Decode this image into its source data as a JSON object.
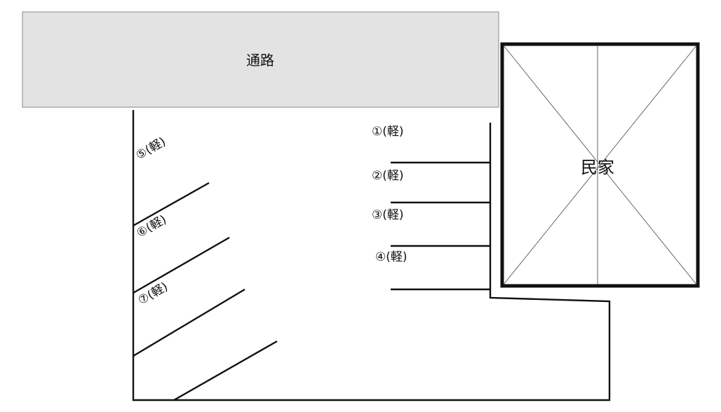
{
  "road": {
    "label": "通路",
    "fill": "#e3e3e3"
  },
  "house": {
    "label": "民家"
  },
  "slots": [
    {
      "label": "①(軽)"
    },
    {
      "label": "②(軽)"
    },
    {
      "label": "③(軽)"
    },
    {
      "label": "④(軽)"
    },
    {
      "label": "⑤(軽)"
    },
    {
      "label": "⑥(軽)"
    },
    {
      "label": "⑦(軽)"
    }
  ]
}
